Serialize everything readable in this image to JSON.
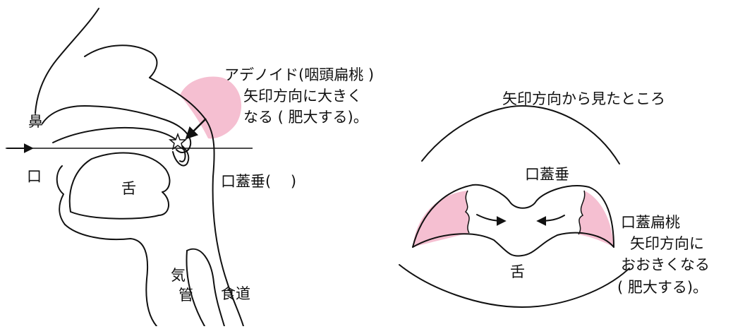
{
  "left_figure": {
    "labels": {
      "adenoid": "アデノイド(咽頭扁桃 )",
      "adenoid_note_1": "矢印方向に大きく",
      "adenoid_note_2": "なる ( 肥大する)。",
      "nose": "鼻",
      "mouth": "口",
      "tongue": "舌",
      "uvula": "口蓋垂(　 )",
      "trachea_1": "気",
      "trachea_2": "管",
      "esophagus": "食道"
    }
  },
  "right_figure": {
    "labels": {
      "view_title": "矢印方向から見たところ",
      "uvula": "口蓋垂",
      "tonsil": "口蓋扁桃",
      "tonsil_note_1": "矢印方向に",
      "tonsil_note_2": "おおきくなる",
      "tonsil_note_3": "( 肥大する)。",
      "tongue": "舌"
    }
  },
  "colors": {
    "highlight_pink": "#f5bfd1",
    "line": "#111111"
  }
}
